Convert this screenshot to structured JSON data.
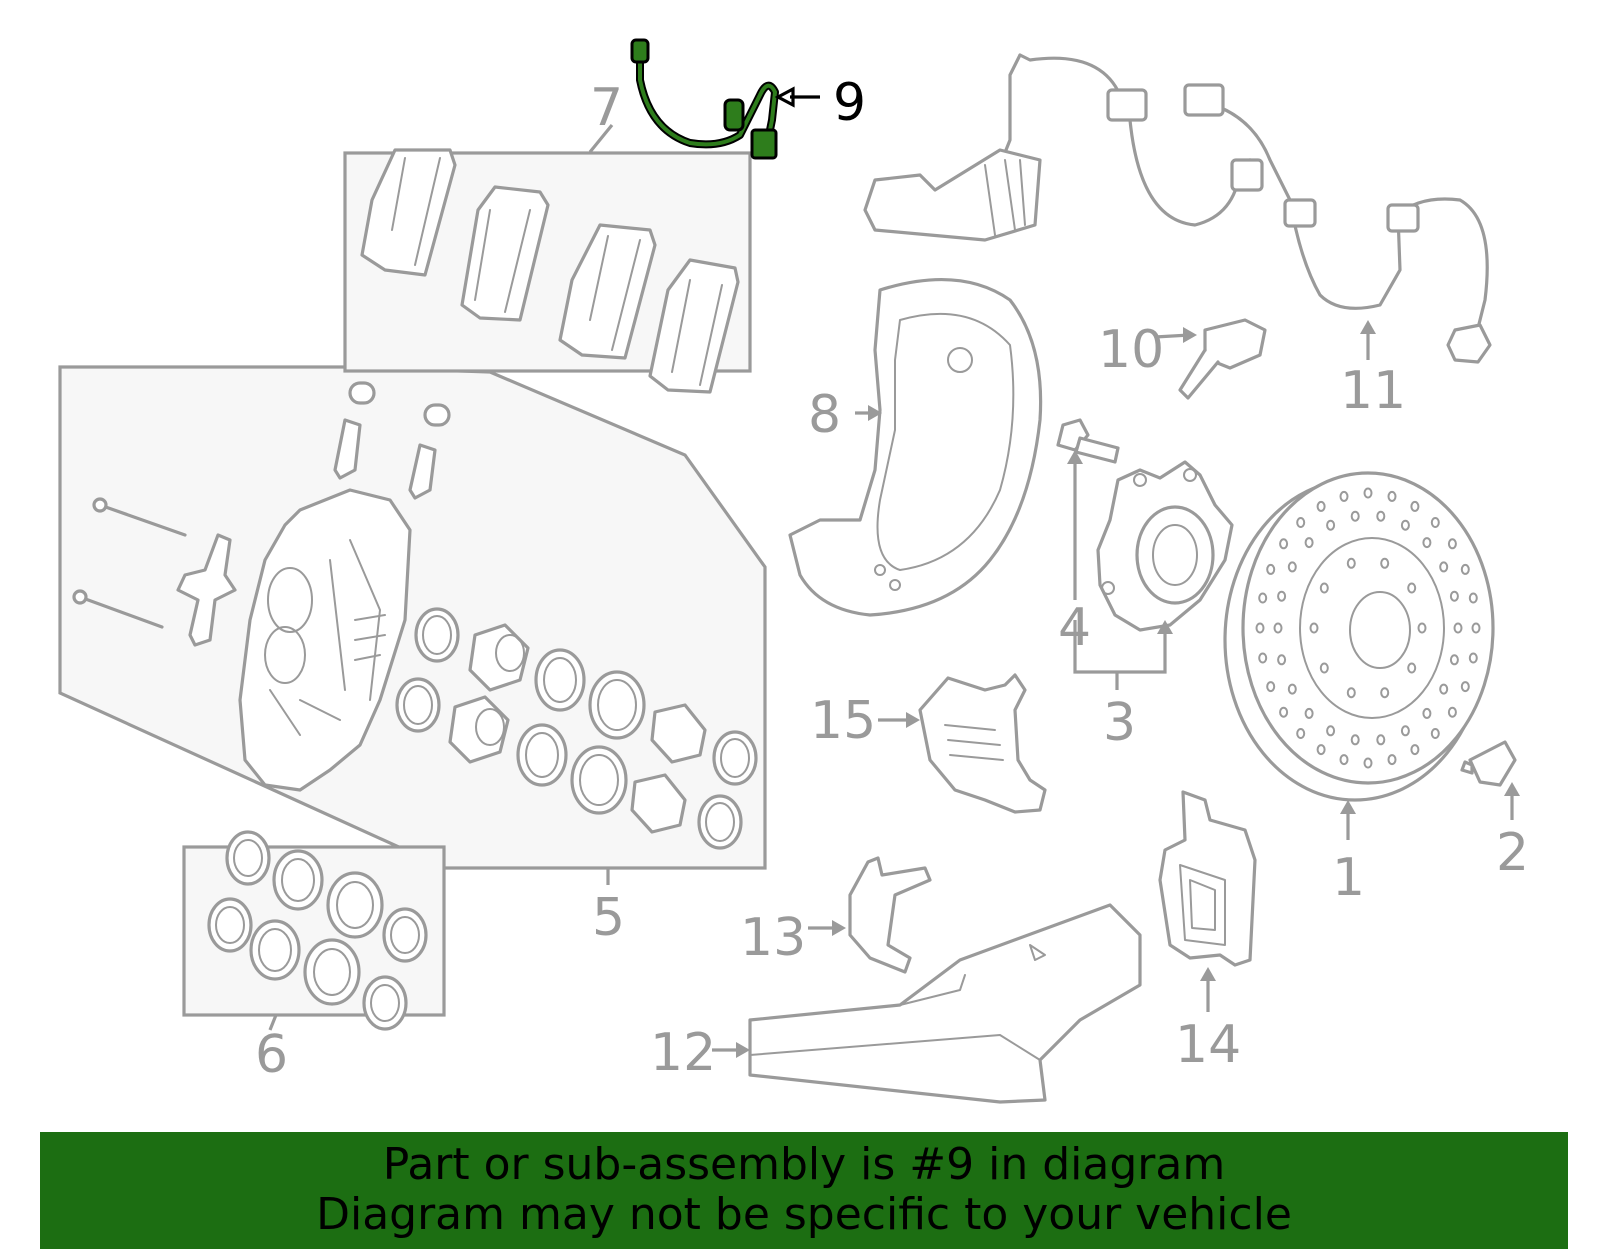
{
  "colors": {
    "part_line": "#9a9a9a",
    "highlight_part": "#2e7d1c",
    "highlight_label": "#000000",
    "banner_bg": "#1c6e12",
    "banner_text": "#000000"
  },
  "diagram": {
    "highlighted_callout": "9",
    "callouts": [
      "1",
      "2",
      "3",
      "4",
      "5",
      "6",
      "7",
      "8",
      "9",
      "10",
      "11",
      "12",
      "13",
      "14",
      "15"
    ]
  },
  "banner": {
    "line1": "Part or sub-assembly is #9 in diagram",
    "line2": "Diagram may not be specific to your vehicle"
  }
}
